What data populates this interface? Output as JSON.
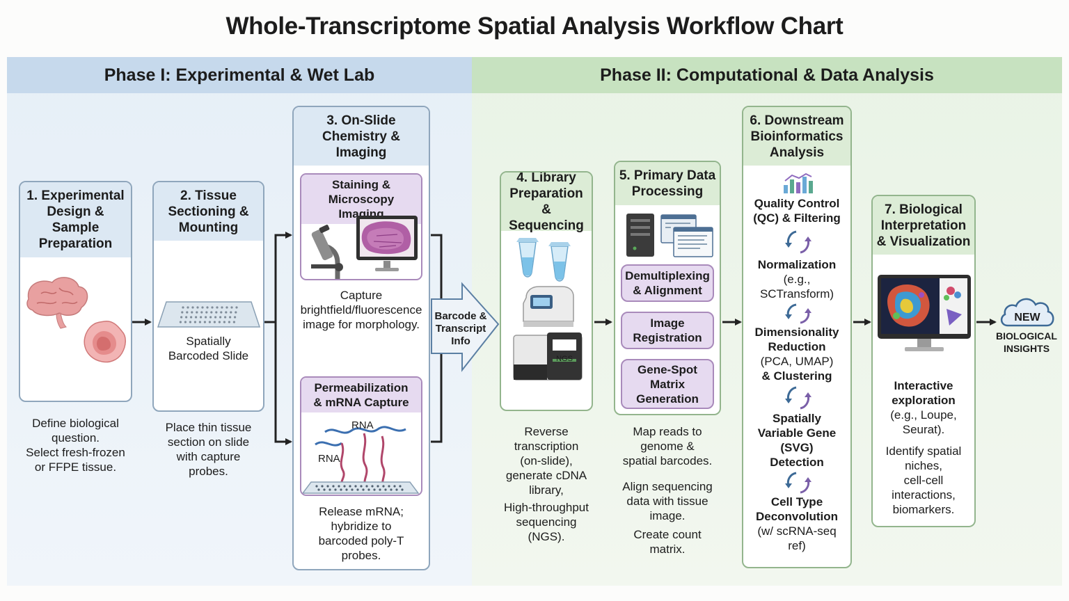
{
  "title": "Whole-Transcriptome Spatial Analysis Workflow Chart",
  "phases": {
    "phase1": "Phase I: Experimental & Wet Lab",
    "phase2": "Phase II: Computational & Data Analysis"
  },
  "steps": {
    "s1": {
      "title_lines": [
        "1. Experimental",
        "Design &",
        "Sample",
        "Preparation"
      ],
      "desc_lines": [
        "Define biological",
        "question.",
        "Select fresh-frozen",
        "or FFPE tissue."
      ]
    },
    "s2": {
      "title_lines": [
        "2. Tissue",
        "Sectioning &",
        "Mounting"
      ],
      "image_label_lines": [
        "Spatially",
        "Barcoded Slide"
      ],
      "desc_lines": [
        "Place thin tissue",
        "section on slide",
        "with capture",
        "probes."
      ]
    },
    "s3": {
      "title_lines": [
        "3. On-Slide",
        "Chemistry &",
        "Imaging"
      ],
      "staining": {
        "title_lines": [
          "Staining &",
          "Microscopy Imaging"
        ],
        "desc_lines": [
          "Capture",
          "brightfield/fluorescence",
          "image for morphology."
        ]
      },
      "permeabilization": {
        "title_lines": [
          "Permeabilization",
          "& mRNA Capture"
        ],
        "rna_top": "RNA",
        "rna_left": "RNA",
        "desc_lines": [
          "Release mRNA;",
          "hybridize to",
          "barcoded poly-T",
          "probes."
        ]
      }
    },
    "barcode_arrow_lines": [
      "Barcode &",
      "Transcript",
      "Info"
    ],
    "s4": {
      "title_lines": [
        "4. Library",
        "Preparation",
        "& Sequencing"
      ],
      "ngs_label": "NGS",
      "desc1_lines": [
        "Reverse",
        "transcription",
        "(on-slide),",
        "generate cDNA",
        "library,"
      ],
      "desc2_lines": [
        "High-throughput",
        "sequencing",
        "(NGS)."
      ]
    },
    "s5": {
      "title_lines": [
        "5. Primary Data",
        "Processing"
      ],
      "pills": [
        [
          "Demultiplexing",
          "& Alignment"
        ],
        [
          "Image",
          "Registration"
        ],
        [
          "Gene-Spot",
          "Matrix",
          "Generation"
        ]
      ],
      "desc1_lines": [
        "Map reads to",
        "genome &",
        "spatial barcodes."
      ],
      "desc2_lines": [
        "Align sequencing",
        "data with tissue",
        "image."
      ],
      "desc3_lines": [
        "Create count",
        "matrix."
      ]
    },
    "s6": {
      "title_lines": [
        "6. Downstream",
        "Bioinformatics",
        "Analysis"
      ],
      "qc_lines": [
        "Quality Control",
        "(QC) & Filtering"
      ],
      "norm_title": "Normalization",
      "norm_text_lines": [
        "(e.g.,",
        "SCTransform)"
      ],
      "dim_title_lines": [
        "Dimensionality",
        "Reduction"
      ],
      "dim_text": "(PCA, UMAP)",
      "dim_bold": "& Clustering",
      "svg_title_lines": [
        "Spatially",
        "Variable Gene",
        "(SVG)",
        "Detection"
      ],
      "cell_title_lines": [
        "Cell Type",
        "Deconvolution"
      ],
      "cell_text_lines": [
        "(w/ scRNA-seq",
        "ref)"
      ]
    },
    "s7": {
      "title_lines": [
        "7. Biological",
        "Interpretation",
        "& Visualization"
      ],
      "bold_lines": [
        "Interactive",
        "exploration"
      ],
      "text_lines": [
        "(e.g., Loupe,",
        "Seurat)."
      ],
      "text2_lines": [
        "Identify spatial",
        "niches,",
        "cell-cell",
        "interactions,",
        "biomarkers."
      ]
    },
    "cloud": {
      "label": "NEW",
      "text_lines": [
        "BIOLOGICAL",
        "INSIGHTS"
      ]
    }
  },
  "colors": {
    "phase1_header": "#c6d9ec",
    "phase2_header": "#c7e2c0",
    "sub_panel_header": "#e6daf0",
    "arrow": "#222222"
  },
  "icons": [
    "brain-icon",
    "tissue-sample-icon",
    "barcoded-slide-icon",
    "microscope-icon",
    "monitor-tissue-icon",
    "rna-capture-icon",
    "tubes-icon",
    "thermocycler-icon",
    "ngs-sequencer-icon",
    "server-icon",
    "software-windows-icon",
    "bar-chart-icon",
    "cycle-arrows-icon",
    "visualization-monitor-icon",
    "cloud-icon"
  ]
}
